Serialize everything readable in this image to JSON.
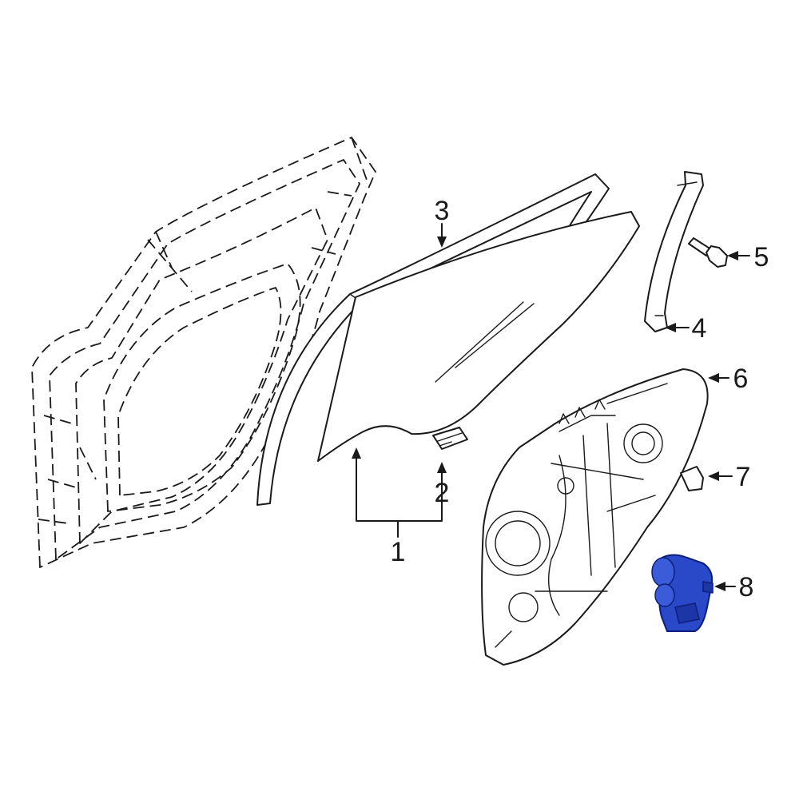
{
  "callouts": [
    {
      "id": "1",
      "label": "1"
    },
    {
      "id": "2",
      "label": "2"
    },
    {
      "id": "3",
      "label": "3"
    },
    {
      "id": "4",
      "label": "4"
    },
    {
      "id": "5",
      "label": "5"
    },
    {
      "id": "6",
      "label": "6"
    },
    {
      "id": "7",
      "label": "7"
    },
    {
      "id": "8",
      "label": "8"
    }
  ],
  "colors": {
    "line": "#1a1a1a",
    "highlight_fill": "#2a49c9",
    "highlight_stroke": "#0d1f7a",
    "background": "#ffffff"
  }
}
